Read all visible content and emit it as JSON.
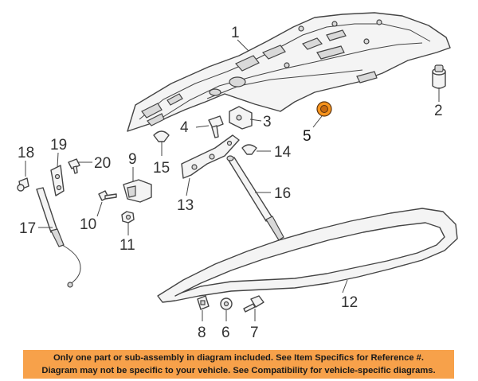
{
  "callouts": {
    "c1": "1",
    "c2": "2",
    "c3": "3",
    "c4": "4",
    "c5": "5",
    "c6": "6",
    "c7": "7",
    "c8": "8",
    "c9": "9",
    "c10": "10",
    "c11": "11",
    "c12": "12",
    "c13": "13",
    "c14": "14",
    "c15": "15",
    "c16": "16",
    "c17": "17",
    "c18": "18",
    "c19": "19",
    "c20": "20"
  },
  "highlight_color": "#f7941d",
  "banner": {
    "line1": "Only one part or sub-assembly in diagram included. See Item Specifics for Reference #.",
    "line2": "Diagram may not be specific to your vehicle. See Compatibility for vehicle-specific diagrams.",
    "color": "#f7a14a"
  }
}
